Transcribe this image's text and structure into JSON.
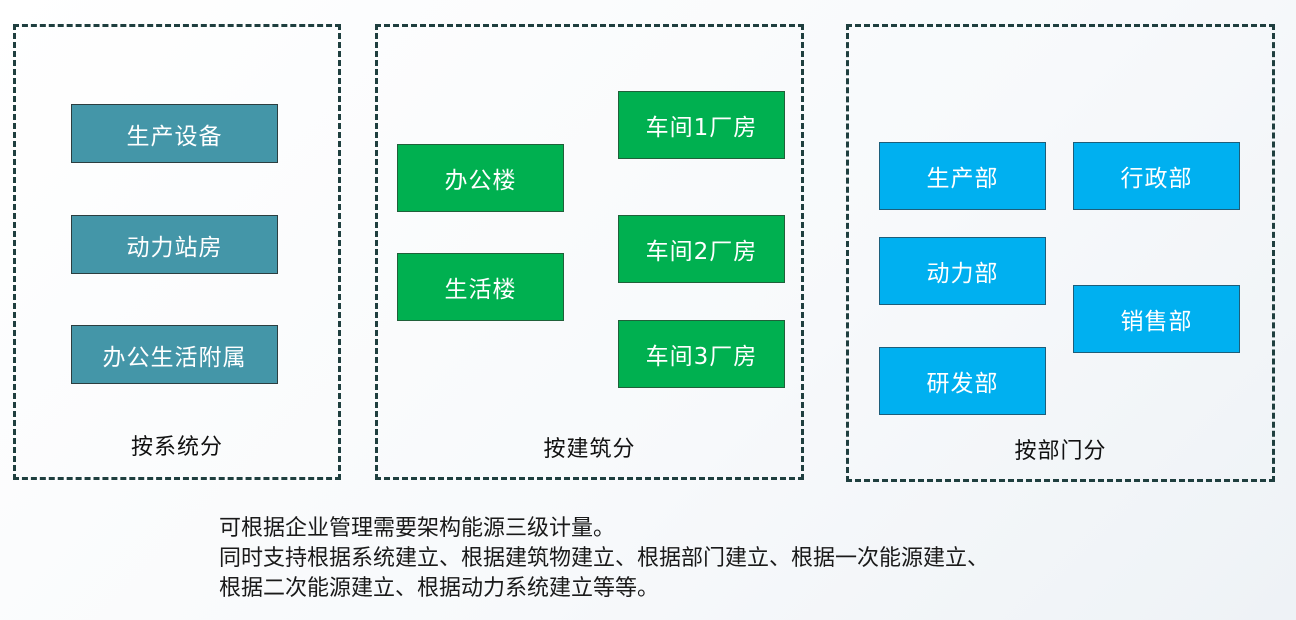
{
  "groups": [
    {
      "label": "按系统分",
      "items": [
        "生产设备",
        "动力站房",
        "办公生活附属"
      ]
    },
    {
      "label": "按建筑分",
      "items": [
        "办公楼",
        "生活楼",
        "车间1厂房",
        "车间2厂房",
        "车间3厂房"
      ]
    },
    {
      "label": "按部门分",
      "items": [
        "生产部",
        "动力部",
        "研发部",
        "行政部",
        "销售部"
      ]
    }
  ],
  "colors": {
    "system": "#4496a8",
    "building": "#00b050",
    "department": "#00b0f0",
    "border": "#1f3f3f"
  },
  "description": [
    "可根据企业管理需要架构能源三级计量。",
    "同时支持根据系统建立、根据建筑物建立、根据部门建立、根据一次能源建立、",
    "根据二次能源建立、根据动力系统建立等等。"
  ]
}
